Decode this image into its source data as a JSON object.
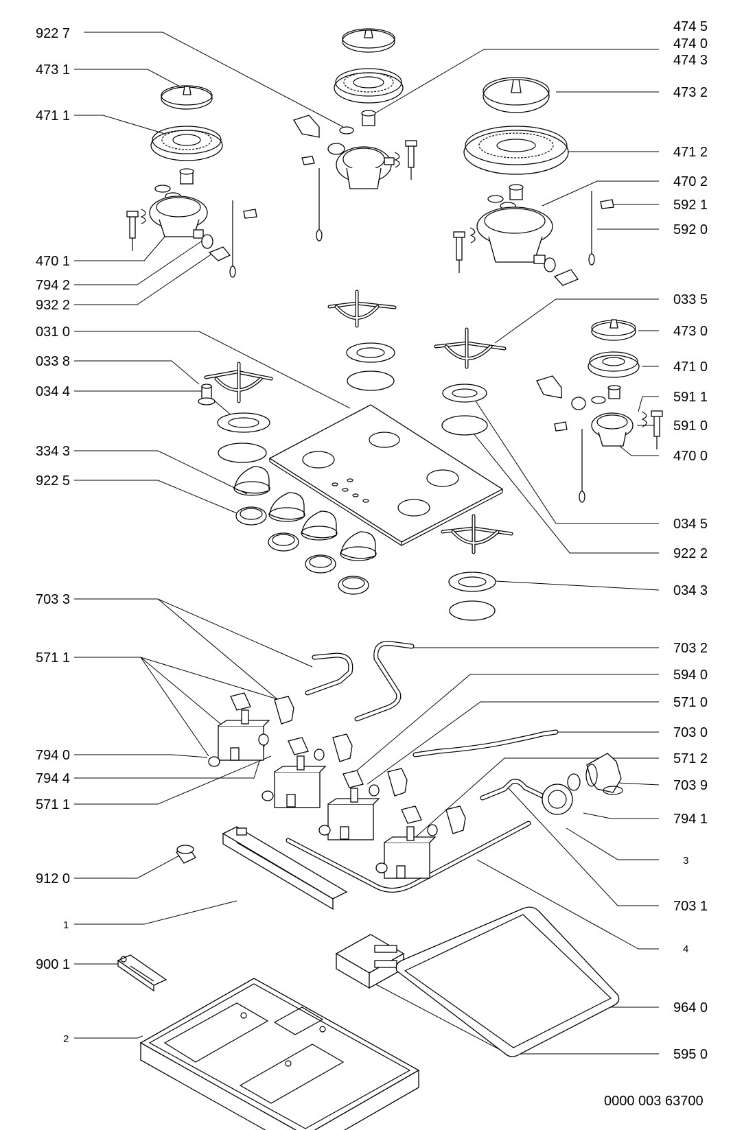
{
  "callouts": [
    {
      "id": "922-7",
      "text": "922 7"
    },
    {
      "id": "473-1",
      "text": "473 1"
    },
    {
      "id": "471-1",
      "text": "471 1"
    },
    {
      "id": "474-5",
      "text": "474 5"
    },
    {
      "id": "474-0",
      "text": "474 0"
    },
    {
      "id": "474-3",
      "text": "474 3"
    },
    {
      "id": "473-2",
      "text": "473 2"
    },
    {
      "id": "471-2",
      "text": "471 2"
    },
    {
      "id": "470-2",
      "text": "470 2"
    },
    {
      "id": "592-1",
      "text": "592 1"
    },
    {
      "id": "592-0",
      "text": "592 0"
    },
    {
      "id": "470-1",
      "text": "470 1"
    },
    {
      "id": "794-2",
      "text": "794 2"
    },
    {
      "id": "932-2",
      "text": "932 2"
    },
    {
      "id": "033-5",
      "text": "033 5"
    },
    {
      "id": "031-0",
      "text": "031 0"
    },
    {
      "id": "473-0",
      "text": "473 0"
    },
    {
      "id": "033-8",
      "text": "033 8"
    },
    {
      "id": "471-0",
      "text": "471 0"
    },
    {
      "id": "034-4",
      "text": "034 4"
    },
    {
      "id": "591-1",
      "text": "591 1"
    },
    {
      "id": "591-0",
      "text": "591 0"
    },
    {
      "id": "470-0",
      "text": "470 0"
    },
    {
      "id": "334-3",
      "text": "334 3"
    },
    {
      "id": "922-5",
      "text": "922 5"
    },
    {
      "id": "034-5",
      "text": "034 5"
    },
    {
      "id": "922-2",
      "text": "922 2"
    },
    {
      "id": "703-3",
      "text": "703 3"
    },
    {
      "id": "034-3",
      "text": "034 3"
    },
    {
      "id": "571-1a",
      "text": "571 1"
    },
    {
      "id": "703-2",
      "text": "703 2"
    },
    {
      "id": "594-0",
      "text": "594 0"
    },
    {
      "id": "571-0",
      "text": "571 0"
    },
    {
      "id": "703-0",
      "text": "703 0"
    },
    {
      "id": "794-0",
      "text": "794 0"
    },
    {
      "id": "571-2",
      "text": "571 2"
    },
    {
      "id": "794-4",
      "text": "794 4"
    },
    {
      "id": "703-9",
      "text": "703 9"
    },
    {
      "id": "571-1b",
      "text": "571 1"
    },
    {
      "id": "794-1",
      "text": "794 1"
    },
    {
      "id": "3",
      "text": "3"
    },
    {
      "id": "912-0",
      "text": "912 0"
    },
    {
      "id": "703-1",
      "text": "703 1"
    },
    {
      "id": "1",
      "text": "1"
    },
    {
      "id": "4",
      "text": "4"
    },
    {
      "id": "900-1",
      "text": "900 1"
    },
    {
      "id": "964-0",
      "text": "964 0"
    },
    {
      "id": "2",
      "text": "2"
    },
    {
      "id": "595-0",
      "text": "595 0"
    }
  ],
  "document_code": "0000 003 63700"
}
